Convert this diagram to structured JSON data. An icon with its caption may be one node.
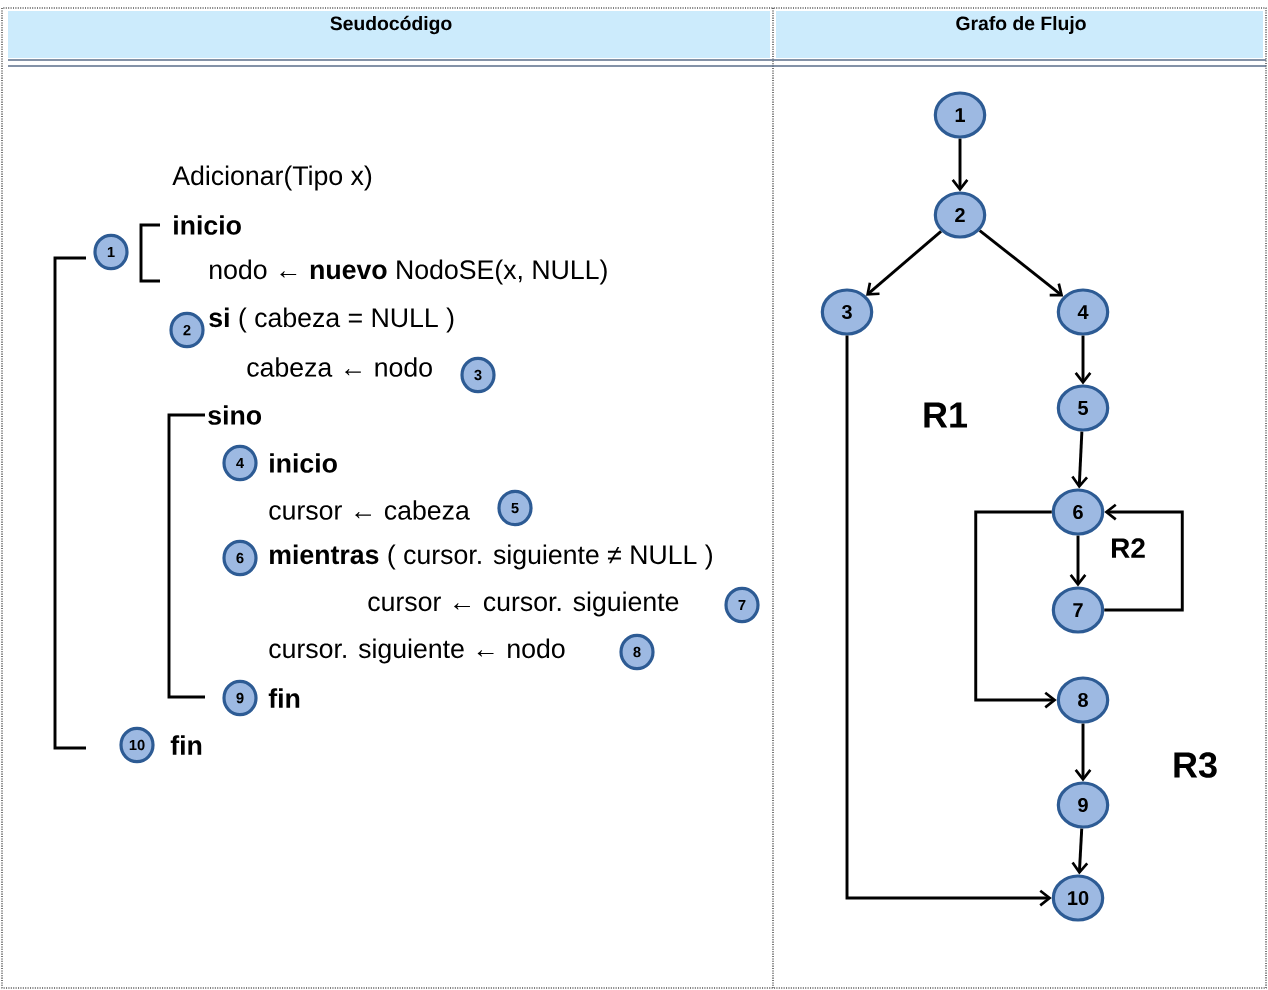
{
  "diagram": {
    "nodes": [
      {
        "text": [
          "1"
        ]
      },
      {
        "text": [
          "2"
        ]
      },
      {
        "text": [
          "3"
        ]
      },
      {
        "text": [
          "4"
        ]
      },
      {
        "text": [
          "5"
        ]
      },
      {
        "text": [
          "6"
        ]
      },
      {
        "text": [
          "7"
        ]
      },
      {
        "text": [
          "8"
        ]
      },
      {
        "text": [
          "9"
        ]
      },
      {
        "text": [
          "10"
        ]
      },
      {
        "text": [
          "1"
        ]
      },
      {
        "text": [
          "2"
        ]
      },
      {
        "text": [
          "3"
        ]
      },
      {
        "text": [
          "4"
        ]
      },
      {
        "text": [
          "5"
        ]
      },
      {
        "text": [
          "6"
        ]
      },
      {
        "text": [
          "7"
        ]
      },
      {
        "text": [
          "8"
        ]
      },
      {
        "text": [
          "9"
        ]
      },
      {
        "text": [
          "10"
        ]
      }
    ],
    "edges": [
      {
        "from": 10,
        "to": 11,
        "arrow": "to"
      },
      {
        "from": 11,
        "to": 12,
        "arrow": "to"
      },
      {
        "from": 11,
        "to": 13,
        "arrow": "to"
      },
      {
        "from": 13,
        "to": 14,
        "arrow": "to"
      },
      {
        "from": 14,
        "to": 15,
        "arrow": "to"
      },
      {
        "from": 15,
        "to": 16,
        "arrow": "to"
      },
      {
        "from": 16,
        "to": 15,
        "arrow": "to"
      },
      {
        "from": 15,
        "to": 17,
        "arrow": "to"
      },
      {
        "from": 17,
        "to": 18,
        "arrow": "to"
      },
      {
        "from": 18,
        "to": 19,
        "arrow": "to"
      },
      {
        "from": 12,
        "to": 19,
        "arrow": "to"
      }
    ],
    "labels": [
      "Seudocódigo",
      "Grafo de Flujo",
      "Adicionar(Tipo x)",
      "inicio",
      "nodo ← **nuevo** NodoSE(x, NULL)",
      "**si** ( cabeza = NULL )",
      "cabeza ← nodo",
      "sino",
      "inicio",
      "cursor ← cabeza",
      "**mientras** ( cursor. siguiente ≠ NULL )",
      "cursor ← cursor. siguiente",
      "cursor. siguiente ← nodo",
      "fin",
      "fin",
      "R1",
      "R2",
      "R3"
    ]
  }
}
